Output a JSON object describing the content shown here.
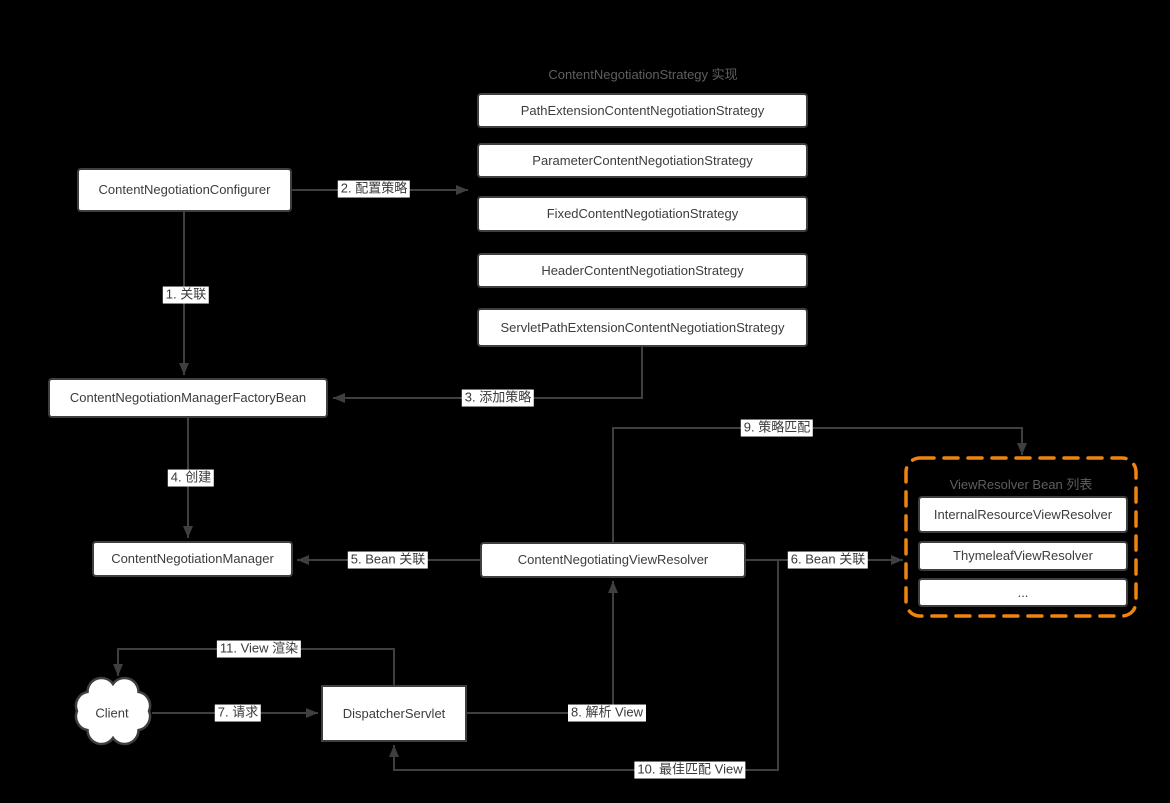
{
  "colors": {
    "background": "#000000",
    "node_fill": "#ffffff",
    "stroke": "#3f3f3f",
    "accent_orange": "#ED8412",
    "group_title_gray": "#5f5f5f"
  },
  "strategy_group": {
    "title": "ContentNegotiationStrategy 实现",
    "items": [
      "PathExtensionContentNegotiationStrategy",
      "ParameterContentNegotiationStrategy",
      "FixedContentNegotiationStrategy",
      "HeaderContentNegotiationStrategy",
      "ServletPathExtensionContentNegotiationStrategy"
    ]
  },
  "nodes": {
    "configurer": "ContentNegotiationConfigurer",
    "factory_bean": "ContentNegotiationManagerFactoryBean",
    "manager": "ContentNegotiationManager",
    "negotiating_view_resolver": "ContentNegotiatingViewResolver",
    "dispatcher_servlet": "DispatcherServlet",
    "client": "Client"
  },
  "view_resolver_group": {
    "title": "ViewResolver Bean 列表",
    "items": [
      "InternalResourceViewResolver",
      "ThymeleafViewResolver",
      "..."
    ]
  },
  "edge_labels": {
    "e1": "1. 关联",
    "e2": "2. 配置策略",
    "e3": "3. 添加策略",
    "e4": "4. 创建",
    "e5": "5. Bean 关联",
    "e6": "6. Bean 关联",
    "e7": "7. 请求",
    "e8": "8. 解析 View",
    "e9": "9. 策略匹配",
    "e10": "10. 最佳匹配 View",
    "e11": "11. View 渲染"
  }
}
